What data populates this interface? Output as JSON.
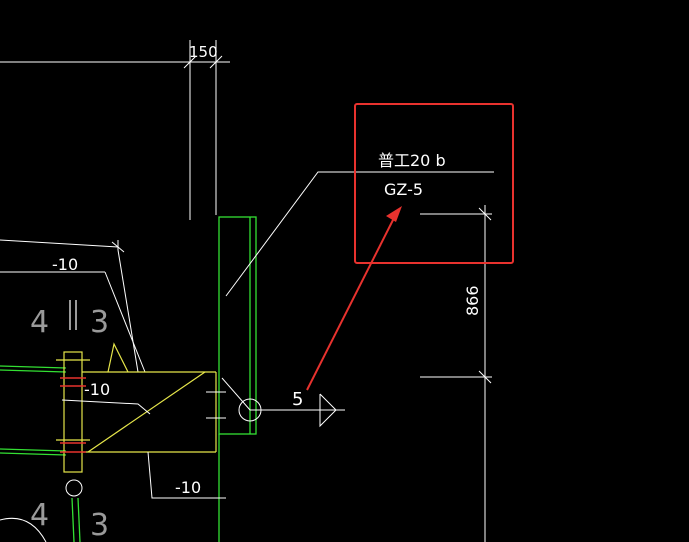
{
  "drawing": {
    "dimensions": {
      "top": "150",
      "right_vertical": "866"
    },
    "callout": {
      "section": "普工20 b",
      "member": "GZ-5"
    },
    "plate_labels": [
      "-10",
      "-10",
      "-10"
    ],
    "bolt_count_left_top": "4",
    "bolt_count_right_top": "3",
    "bolt_count_left_bottom": "4",
    "bolt_count_right_bottom": "3",
    "weld_label": "5"
  },
  "colors": {
    "background": "#000000",
    "lines": "#ffffff",
    "steel_outline": "#33e033",
    "plate_outline": "#e6e64a",
    "annotation": "#e8322e"
  }
}
